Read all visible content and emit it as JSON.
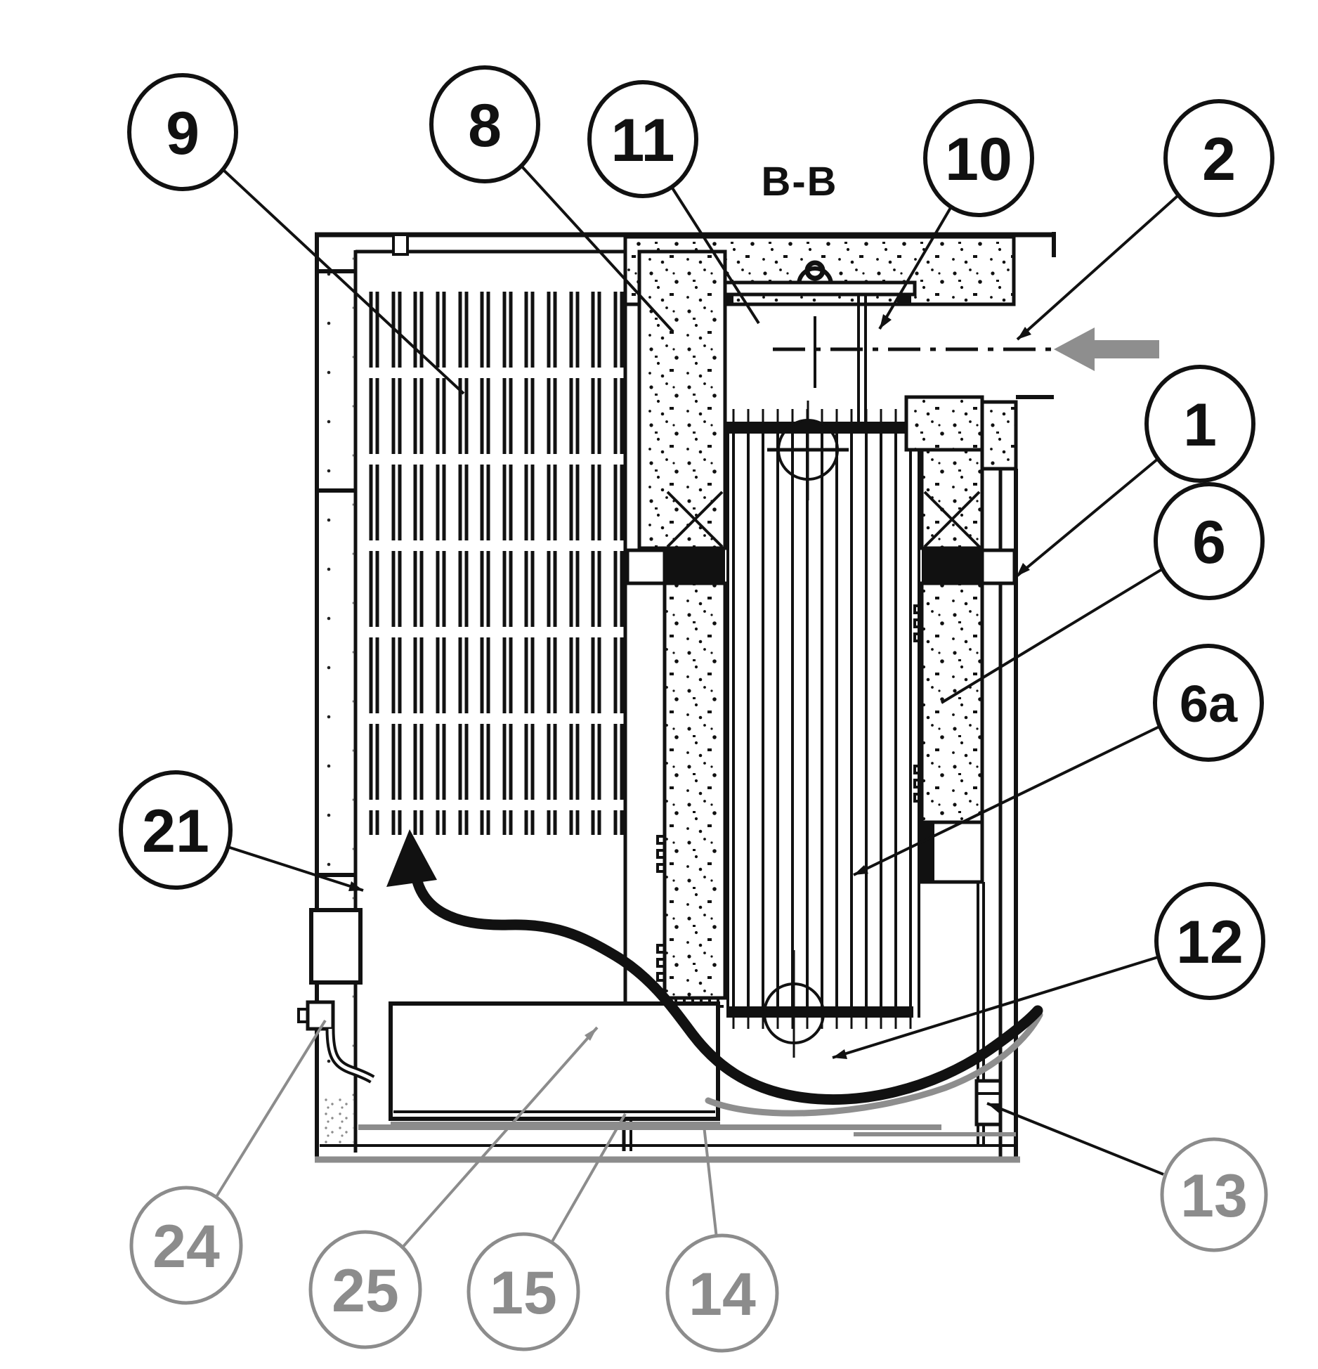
{
  "drawing": {
    "section_label": "B-B",
    "callouts": [
      {
        "id": "callout-9",
        "text": "9",
        "style": "solid"
      },
      {
        "id": "callout-8",
        "text": "8",
        "style": "solid"
      },
      {
        "id": "callout-11",
        "text": "11",
        "style": "solid"
      },
      {
        "id": "callout-10",
        "text": "10",
        "style": "solid"
      },
      {
        "id": "callout-2",
        "text": "2",
        "style": "solid"
      },
      {
        "id": "callout-1",
        "text": "1",
        "style": "solid"
      },
      {
        "id": "callout-6",
        "text": "6",
        "style": "solid"
      },
      {
        "id": "callout-6a",
        "text": "6a",
        "style": "solid"
      },
      {
        "id": "callout-12",
        "text": "12",
        "style": "solid"
      },
      {
        "id": "callout-13",
        "text": "13",
        "style": "halftone"
      },
      {
        "id": "callout-21",
        "text": "21",
        "style": "solid"
      },
      {
        "id": "callout-24",
        "text": "24",
        "style": "halftone"
      },
      {
        "id": "callout-25",
        "text": "25",
        "style": "halftone"
      },
      {
        "id": "callout-15",
        "text": "15",
        "style": "halftone"
      },
      {
        "id": "callout-14",
        "text": "14",
        "style": "halftone"
      }
    ],
    "colors": {
      "ink": "#111111",
      "halftone_gray": "#8c8c8c",
      "background": "#ffffff"
    }
  }
}
